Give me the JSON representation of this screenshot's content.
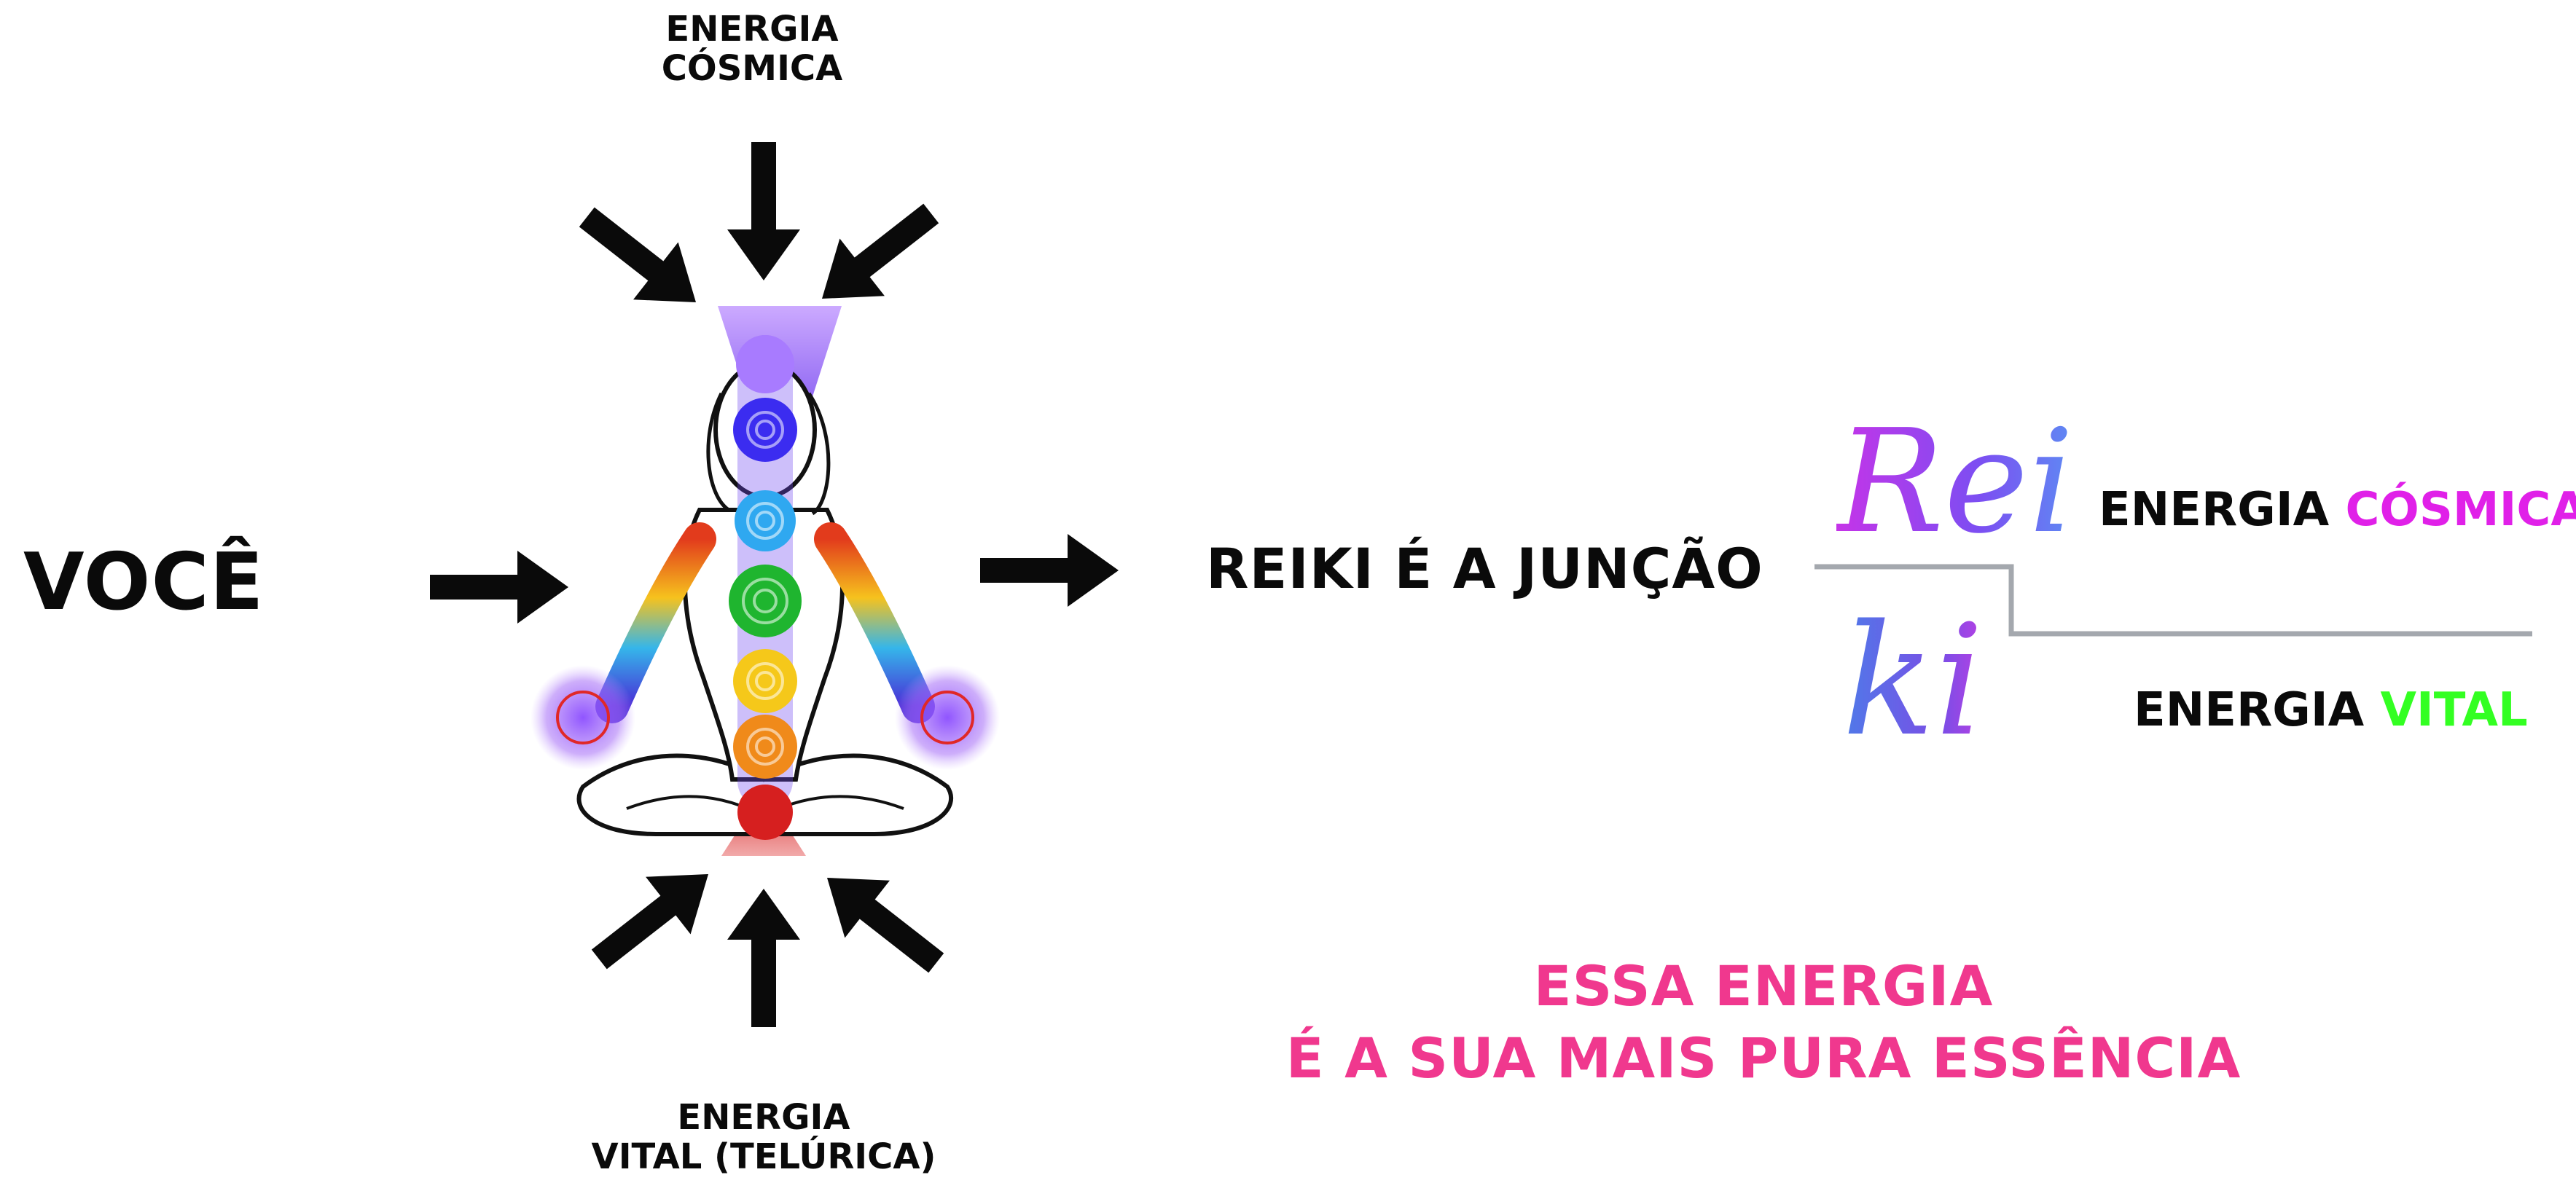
{
  "labels": {
    "cosmic_top_line1": "ENERGIA",
    "cosmic_top_line2": "CÓSMICA",
    "vital_bottom_line1": "ENERGIA",
    "vital_bottom_line2": "VITAL (TELÚRICA)",
    "you": "VOCÊ",
    "junction": "REIKI É A JUNÇÃO"
  },
  "reiki": {
    "rei": "Rei",
    "ki": "ki",
    "rei_prefix": "ENERGIA ",
    "rei_meaning": "CÓSMICA",
    "ki_prefix": "ENERGIA ",
    "ki_meaning": "VITAL"
  },
  "essence": {
    "line1": "ESSA ENERGIA",
    "line2": "É A SUA MAIS PURA ESSÊNCIA"
  },
  "colors": {
    "cosmic_accent": "#e020e8",
    "vital_accent": "#33ff22",
    "essence_text": "#f0388e",
    "divider": "#a4a8ae",
    "arrows": "#0a0a0a"
  },
  "icons": {
    "figure": "meditating-figure-with-chakras",
    "arrows": "arrow-icon"
  }
}
